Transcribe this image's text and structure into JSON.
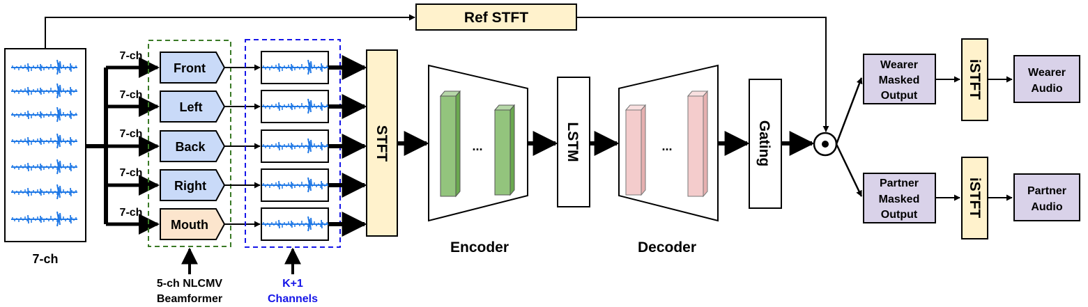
{
  "input_label": "7-ch",
  "channel_label": "7-ch",
  "beams": [
    "Front",
    "Left",
    "Back",
    "Right",
    "Mouth"
  ],
  "beamformer_label": [
    "5-ch NLCMV",
    "Beamformer"
  ],
  "channels_label": [
    "K+1",
    "Channels"
  ],
  "ref_stft": "Ref STFT",
  "stft": "STFT",
  "lstm": "LSTM",
  "gating": "Gating",
  "encoder": "Encoder",
  "decoder": "Decoder",
  "ellipsis": "...",
  "masked_outputs": [
    [
      "Wearer",
      "Masked",
      "Output"
    ],
    [
      "Partner",
      "Masked",
      "Output"
    ]
  ],
  "istft": "iSTFT",
  "audio_outputs": [
    [
      "Wearer",
      "Audio"
    ],
    [
      "Partner",
      "Audio"
    ]
  ],
  "colors": {
    "beam_box": "#c9daf8",
    "mouth_box": "#fce5cd",
    "stft_box": "#fff2cc",
    "output_box": "#d9d2e9",
    "waveform": "#1f78e6",
    "beamformer_border": "#3a7a26",
    "channels_border": "#1515e8",
    "encoder_bar": "#93c47d",
    "decoder_bar": "#f4cccc"
  }
}
